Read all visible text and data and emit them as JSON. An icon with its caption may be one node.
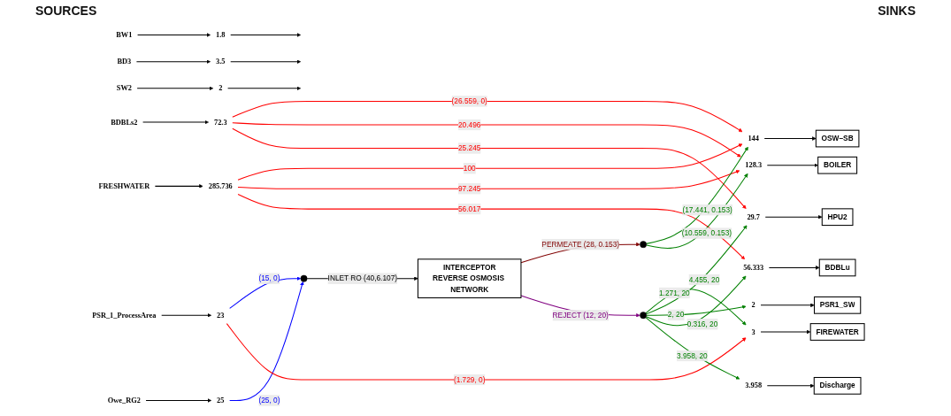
{
  "diagram": {
    "nodes": [
      {
        "text": [
          "PSR_1_ProcessArea"
        ]
      },
      {
        "text": [
          "BW1"
        ]
      },
      {
        "text": [
          "BD3"
        ]
      },
      {
        "text": [
          "Owe_RG2"
        ]
      },
      {
        "text": [
          "BDBLs2"
        ]
      },
      {
        "text": [
          "SW2"
        ]
      },
      {
        "text": [
          "FRESHWATER"
        ]
      },
      {
        "text": [
          "23"
        ]
      },
      {
        "text": [
          "1.8"
        ]
      },
      {
        "text": [
          "3.5"
        ]
      },
      {
        "text": [
          "25"
        ]
      },
      {
        "text": [
          "72.3"
        ]
      },
      {
        "text": [
          "2"
        ]
      },
      {
        "text": [
          "285.736"
        ]
      },
      {
        "text": [],
        "shape": "point"
      },
      {
        "text": [
          "INTERCEPTOR",
          "REVERSE OSMOSIS NETWORK"
        ]
      },
      {
        "text": [],
        "shape": "point"
      },
      {
        "text": [],
        "shape": "point"
      },
      {
        "text": [
          "3"
        ]
      },
      {
        "text": [
          "144"
        ]
      },
      {
        "text": [
          "128.3"
        ]
      },
      {
        "text": [
          "29.7"
        ]
      },
      {
        "text": [
          "2"
        ]
      },
      {
        "text": [
          "56.333"
        ]
      },
      {
        "text": [
          "3.958"
        ]
      },
      {
        "text": [
          "FIREWATER"
        ]
      },
      {
        "text": [
          "OSW–SB"
        ]
      },
      {
        "text": [
          "BOILER"
        ]
      },
      {
        "text": [
          "HPU2"
        ]
      },
      {
        "text": [
          "PSR1_SW"
        ]
      },
      {
        "text": [
          "BDBLu"
        ]
      },
      {
        "text": [
          "Discharge"
        ]
      }
    ],
    "edges": [
      {
        "from": 0,
        "to": 7,
        "arrow": "to"
      },
      {
        "from": 1,
        "to": 8,
        "arrow": "to"
      },
      {
        "from": 2,
        "to": 9,
        "arrow": "to"
      },
      {
        "from": 3,
        "to": 10,
        "arrow": "to"
      },
      {
        "from": 4,
        "to": 11,
        "arrow": "to"
      },
      {
        "from": 5,
        "to": 12,
        "arrow": "to"
      },
      {
        "from": 6,
        "to": 13,
        "arrow": "to"
      },
      {
        "from": 8,
        "to": null,
        "arrow": "to"
      },
      {
        "from": 9,
        "to": null,
        "arrow": "to"
      },
      {
        "from": 12,
        "to": null,
        "arrow": "to"
      },
      {
        "from": 7,
        "to": 14,
        "arrow": "to",
        "label": "(15, 0)",
        "color": "#0000ff"
      },
      {
        "from": 10,
        "to": 14,
        "arrow": "to",
        "label": "(25, 0)",
        "color": "#0000ff"
      },
      {
        "from": 7,
        "to": 18,
        "arrow": "to",
        "label": "(1.729, 0)",
        "color": "#ff0000"
      },
      {
        "from": 11,
        "to": 19,
        "arrow": "to",
        "label": "(26.559, 0)",
        "color": "#ff0000"
      },
      {
        "from": 11,
        "to": 20,
        "arrow": "to",
        "label": "20.496",
        "color": "#ff0000"
      },
      {
        "from": 11,
        "to": 21,
        "arrow": "to",
        "label": "25.245",
        "color": "#ff0000"
      },
      {
        "from": 13,
        "to": 19,
        "arrow": "to",
        "label": "100",
        "color": "#ff0000"
      },
      {
        "from": 13,
        "to": 20,
        "arrow": "to",
        "label": "97.245",
        "color": "#ff0000"
      },
      {
        "from": 13,
        "to": 23,
        "arrow": "to",
        "label": "56.017",
        "color": "#ff0000"
      },
      {
        "from": 14,
        "to": 15,
        "arrow": "to",
        "label": "INLET RO (40,6.107)"
      },
      {
        "from": 15,
        "to": 16,
        "arrow": "to",
        "label": "PERMEATE (28, 0.153)",
        "color": "#800000"
      },
      {
        "from": 15,
        "to": 17,
        "arrow": "to",
        "label": "REJECT (12, 20)",
        "color": "#800080"
      },
      {
        "from": 16,
        "to": 19,
        "arrow": "to",
        "label": "(17.441, 0.153)",
        "color": "#008000"
      },
      {
        "from": 16,
        "to": 20,
        "arrow": "to",
        "label": "(10.559, 0.153)",
        "color": "#008000"
      },
      {
        "from": 17,
        "to": 18,
        "arrow": "to",
        "label": "1.271, 20",
        "color": "#008000"
      },
      {
        "from": 17,
        "to": 21,
        "arrow": "to",
        "label": "4.455, 20",
        "color": "#008000"
      },
      {
        "from": 17,
        "to": 22,
        "arrow": "to",
        "label": "2, 20",
        "color": "#008000"
      },
      {
        "from": 17,
        "to": 23,
        "arrow": "to",
        "label": "0.316, 20",
        "color": "#008000"
      },
      {
        "from": 17,
        "to": 24,
        "arrow": "to",
        "label": "3.958, 20",
        "color": "#008000"
      },
      {
        "from": 18,
        "to": 25,
        "arrow": "to"
      },
      {
        "from": 19,
        "to": 26,
        "arrow": "to"
      },
      {
        "from": 20,
        "to": 27,
        "arrow": "to"
      },
      {
        "from": 21,
        "to": 28,
        "arrow": "to"
      },
      {
        "from": 22,
        "to": 29,
        "arrow": "to"
      },
      {
        "from": 23,
        "to": 30,
        "arrow": "to"
      },
      {
        "from": 24,
        "to": 31,
        "arrow": "to"
      }
    ],
    "labels": [
      "SOURCES",
      "SINKS"
    ]
  }
}
